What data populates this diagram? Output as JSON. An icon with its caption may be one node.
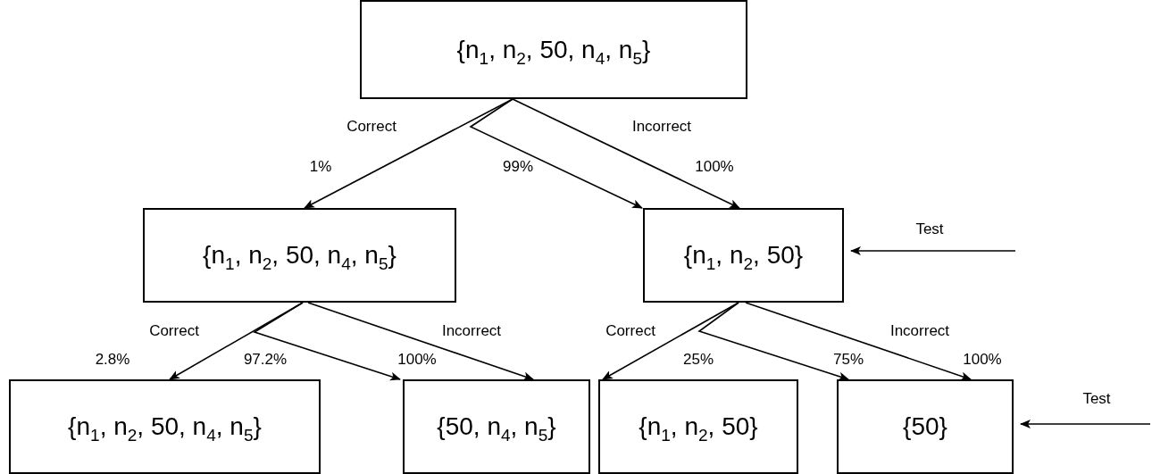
{
  "diagram": {
    "nodes": [
      {
        "text": [
          "{n$_{1}$, n$_{2}$, 50, n$_{4}$, n$_{5}$}"
        ]
      },
      {
        "text": [
          "{n$_{1}$, n$_{2}$, 50, n$_{4}$, n$_{5}$}"
        ]
      },
      {
        "text": [
          "{n$_{1}$, n$_{2}$, 50}"
        ]
      },
      {
        "text": [
          "{n$_{1}$, n$_{2}$, 50, n$_{4}$, n$_{5}$}"
        ]
      },
      {
        "text": [
          "{50, n$_{4}$, n$_{5}$}"
        ]
      },
      {
        "text": [
          "{n$_{1}$, n$_{2}$, 50}"
        ]
      },
      {
        "text": [
          "{50}"
        ]
      }
    ],
    "edges": [
      {
        "from": 0,
        "to": 1,
        "arrow": "to",
        "label": "1%"
      },
      {
        "from": 0,
        "to": 2,
        "arrow": "to",
        "label": "99%"
      },
      {
        "from": 0,
        "to": 2,
        "arrow": "to",
        "label": "100%"
      },
      {
        "from": null,
        "to": 2,
        "arrow": "to",
        "label": "Test"
      },
      {
        "from": 1,
        "to": 3,
        "arrow": "to",
        "label": "2.8%"
      },
      {
        "from": 1,
        "to": 4,
        "arrow": "to",
        "label": "97.2%"
      },
      {
        "from": 1,
        "to": 4,
        "arrow": "to",
        "label": "100%"
      },
      {
        "from": 2,
        "to": 5,
        "arrow": "to",
        "label": "25%"
      },
      {
        "from": 2,
        "to": 6,
        "arrow": "to",
        "label": "75%"
      },
      {
        "from": 2,
        "to": 6,
        "arrow": "to",
        "label": "100%"
      },
      {
        "from": null,
        "to": 6,
        "arrow": "to",
        "label": "Test"
      }
    ],
    "labels": [
      "Correct",
      "Incorrect",
      "Correct",
      "Incorrect",
      "Correct",
      "Incorrect"
    ]
  }
}
